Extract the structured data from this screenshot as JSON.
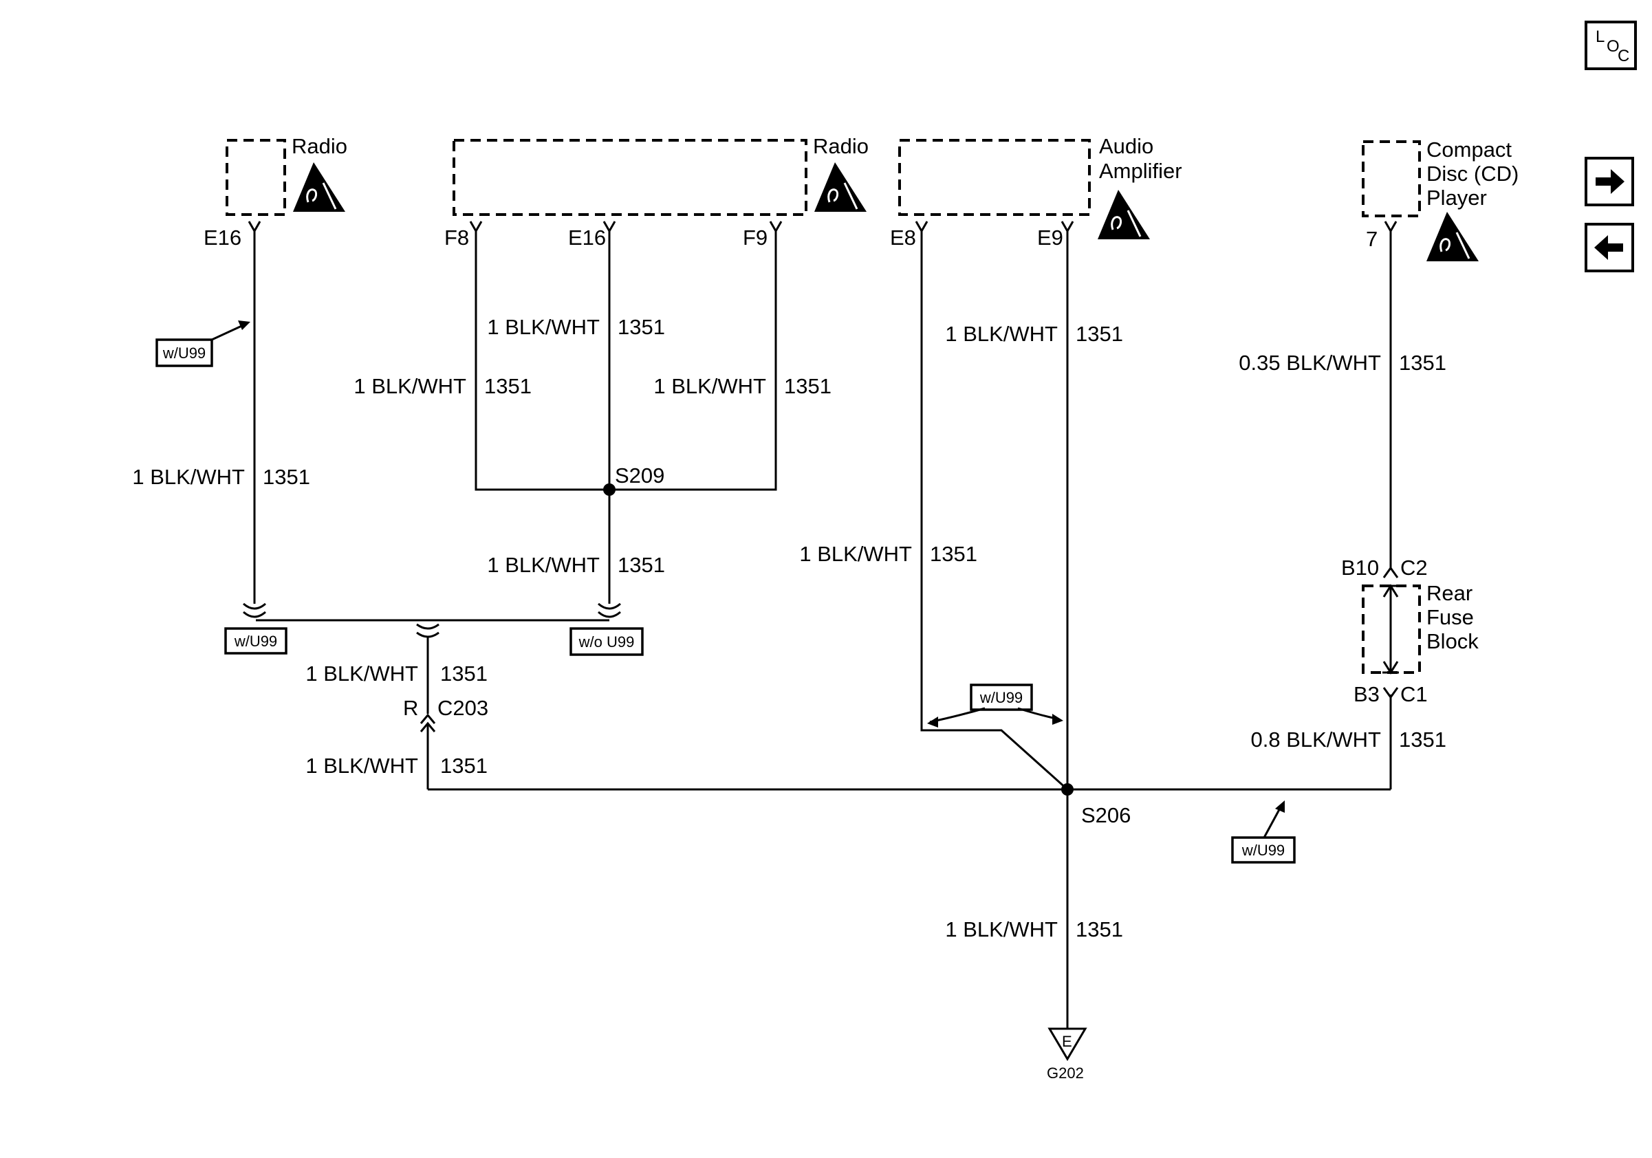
{
  "nav": {
    "loc_l": "L",
    "loc_o": "O",
    "loc_c": "C"
  },
  "components": {
    "radio_1": "Radio",
    "radio_2": "Radio",
    "amp_line1": "Audio",
    "amp_line2": "Amplifier",
    "cd_line1": "Compact",
    "cd_line2": "Disc (CD)",
    "cd_line3": "Player",
    "fuse_line1": "Rear",
    "fuse_line2": "Fuse",
    "fuse_line3": "Block"
  },
  "pins": {
    "r1_e16": "E16",
    "r2_f8": "F8",
    "r2_e16": "E16",
    "r2_f9": "F9",
    "amp_e8": "E8",
    "amp_e9": "E9",
    "cd_7": "7",
    "fuse_b10": "B10",
    "fuse_c2": "C2",
    "fuse_b3": "B3",
    "fuse_c1": "C1",
    "c203_r": "R",
    "c203": "C203"
  },
  "splices": {
    "s209": "S209",
    "s206": "S206"
  },
  "ground": {
    "pin": "E",
    "name": "G202"
  },
  "wire_color": {
    "std": "1 BLK/WHT",
    "thin": "0.35 BLK/WHT",
    "mid": "0.8 BLK/WHT"
  },
  "circuit": "1351",
  "options": {
    "with": "w/U99",
    "without": "w/o U99"
  }
}
